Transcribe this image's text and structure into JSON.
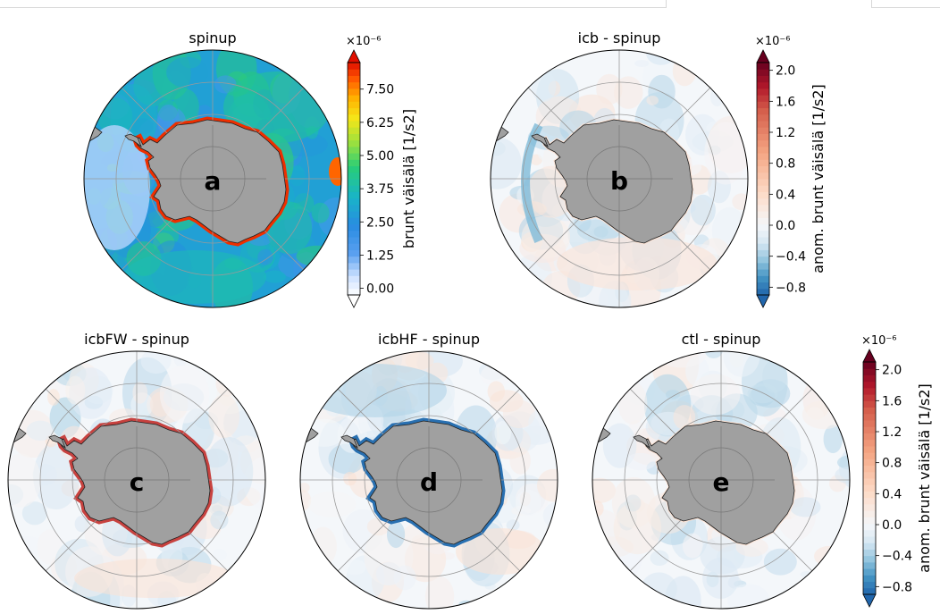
{
  "chart_data": [
    {
      "type": "heatmap",
      "title": "icb - spinup",
      "label": "b",
      "colorbar": "anomaly_top"
    },
    {
      "type": "heatmap",
      "title": "spinup",
      "label": "a",
      "colorbar": "absolute"
    },
    {
      "type": "heatmap",
      "title": "icbFW - spinup",
      "label": "c",
      "colorbar": "anomaly_bottom"
    },
    {
      "type": "heatmap",
      "title": "icbHF - spinup",
      "label": "d",
      "colorbar": "anomaly_bottom"
    },
    {
      "type": "heatmap",
      "title": "ctl - spinup",
      "label": "e",
      "colorbar": "anomaly_bottom"
    }
  ],
  "colorbars": {
    "absolute": {
      "label": "brunt väisälä [1/s2]",
      "exponent": "×10⁻⁶",
      "ticks": [
        "0.00",
        "1.25",
        "2.50",
        "3.75",
        "5.00",
        "6.25",
        "7.50"
      ],
      "tick_values": [
        0,
        1.25,
        2.5,
        3.75,
        5.0,
        6.25,
        7.5
      ],
      "range": [
        -0.25,
        8.5
      ],
      "extend": "both",
      "colormap": "jet",
      "colors": [
        "#ffffff",
        "#cfe3ff",
        "#5aa0f0",
        "#2a8fe0",
        "#18b4c8",
        "#27cc7a",
        "#9fe040",
        "#f5e51a",
        "#ffb000",
        "#ff5a00",
        "#e01000"
      ]
    },
    "anomaly_top": {
      "label": "anom. brunt väisälä [1/s2]",
      "exponent": "×10⁻⁶",
      "ticks": [
        "−0.8",
        "−0.4",
        "0.0",
        "0.4",
        "0.8",
        "1.2",
        "1.6",
        "2.0"
      ],
      "tick_values": [
        -0.8,
        -0.4,
        0.0,
        0.4,
        0.8,
        1.2,
        1.6,
        2.0
      ],
      "range": [
        -0.9,
        2.1
      ],
      "extend": "both",
      "colormap": "RdBu_r"
    },
    "anomaly_bottom": {
      "label": "anom. brunt väisälä [1/s2]",
      "exponent": "×10⁻⁶",
      "ticks": [
        "−0.8",
        "−0.4",
        "0.0",
        "0.4",
        "0.8",
        "1.2",
        "1.6",
        "2.0"
      ],
      "tick_values": [
        -0.8,
        -0.4,
        0.0,
        0.4,
        0.8,
        1.2,
        1.6,
        2.0
      ],
      "range": [
        -0.9,
        2.1
      ],
      "extend": "both",
      "colormap": "RdBu_r"
    }
  },
  "colors": {
    "land": "#a0a0a0",
    "graticule": "#9a9a9a",
    "outline": "#000000",
    "anomaly_neutral": "#f4f7fa"
  }
}
